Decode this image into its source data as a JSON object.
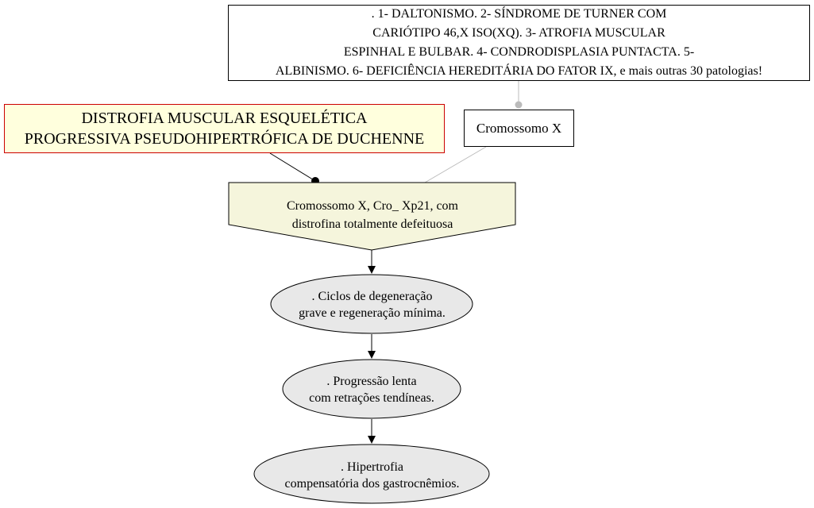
{
  "diagram": {
    "note_box": {
      "lines": [
        ". 1- DALTONISMO. 2- SÍNDROME DE TURNER COM",
        "CARIÓTIPO 46,X ISO(XQ). 3- ATROFIA MUSCULAR",
        "ESPINHAL E BULBAR. 4- CONDRODISPLASIA PUNTACTA. 5-",
        "ALBINISMO. 6- DEFICIÊNCIA HEREDITÁRIA DO FATOR IX, e mais outras 30 patologias!"
      ]
    },
    "main_box": {
      "lines": [
        "DISTROFIA MUSCULAR ESQUELÉTICA",
        "PROGRESSIVA PSEUDOHIPERTRÓFICA DE DUCHENNE"
      ],
      "border_color": "#cc0000",
      "fill_color": "#ffffdd"
    },
    "chromosome_box": {
      "label": "Cromossomo X"
    },
    "pentagon": {
      "lines": [
        "Cromossomo X, Cro_ Xp21, com",
        "distrofina totalmente defeituosa"
      ],
      "fill_color": "#f5f5dc"
    },
    "ellipses": [
      {
        "lines": [
          ". Ciclos de degeneração",
          "grave e regeneração mínima."
        ]
      },
      {
        "lines": [
          ". Progressão lenta",
          "com retrações tendíneas."
        ]
      },
      {
        "lines": [
          ". Hipertrofia",
          "compensatória dos gastrocnêmios."
        ]
      }
    ],
    "ellipse_fill": "#e8e8e8",
    "light_connector_color": "#bbbbbb"
  }
}
